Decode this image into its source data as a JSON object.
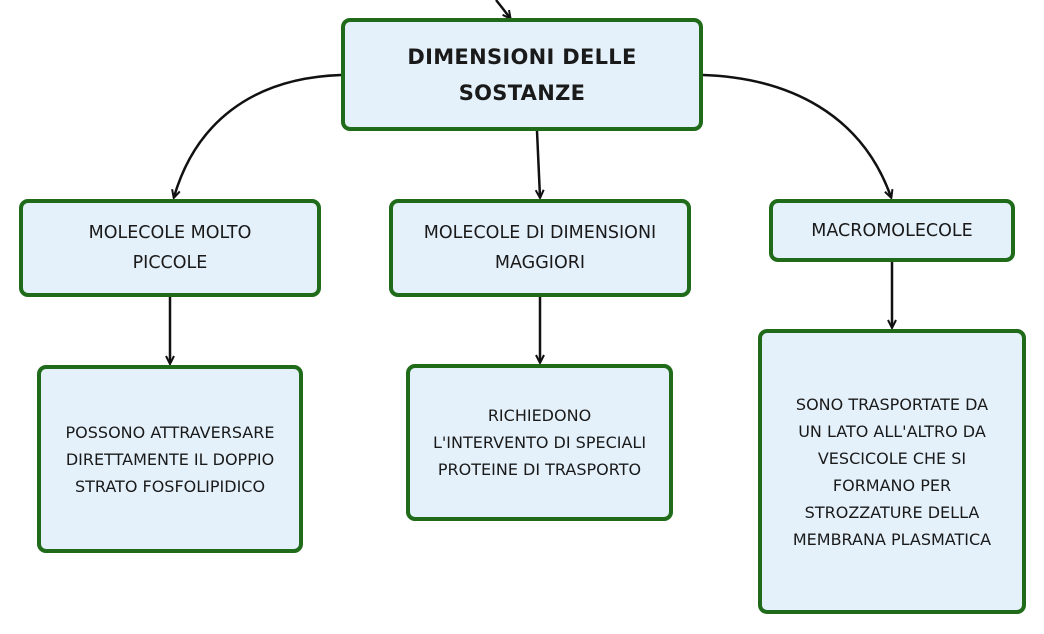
{
  "colors": {
    "node_fill": "#e4f1fb",
    "node_border": "#1f6b1a",
    "connector": "#111111",
    "text": "#1a1a1a"
  },
  "root": {
    "label": "DIMENSIONI DELLE\nSOSTANZE"
  },
  "branches": [
    {
      "label": "MOLECOLE MOLTO\nPICCOLE",
      "detail": "POSSONO ATTRAVERSARE\nDIRETTAMENTE IL DOPPIO\nSTRATO FOSFOLIPIDICO"
    },
    {
      "label": "MOLECOLE DI DIMENSIONI\nMAGGIORI",
      "detail": "RICHIEDONO\nL'INTERVENTO DI SPECIALI\nPROTEINE DI TRASPORTO"
    },
    {
      "label": "MACROMOLECOLE",
      "detail": "SONO TRASPORTATE DA\nUN LATO ALL'ALTRO DA\nVESCICOLE CHE SI\nFORMANO PER\nSTROZZATURE DELLA\nMEMBRANA PLASMATICA"
    }
  ]
}
